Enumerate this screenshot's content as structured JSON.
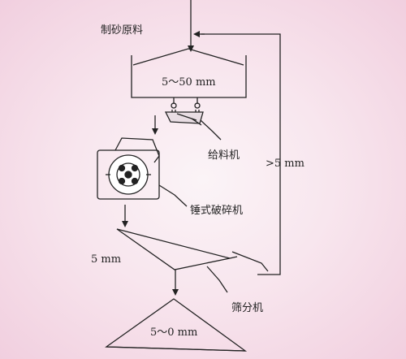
{
  "diagram": {
    "labels": {
      "raw_material": "制砂原料",
      "hopper_size": "5～50 mm",
      "feeder": "给料机",
      "hammer_crusher": "锤式破碎机",
      "oversize": ">5 mm",
      "undersize": "5 mm",
      "screen": "筛分机",
      "product_size": "5～0 mm"
    },
    "colors": {
      "line": "#222222",
      "background": "#f8e6ee"
    }
  }
}
